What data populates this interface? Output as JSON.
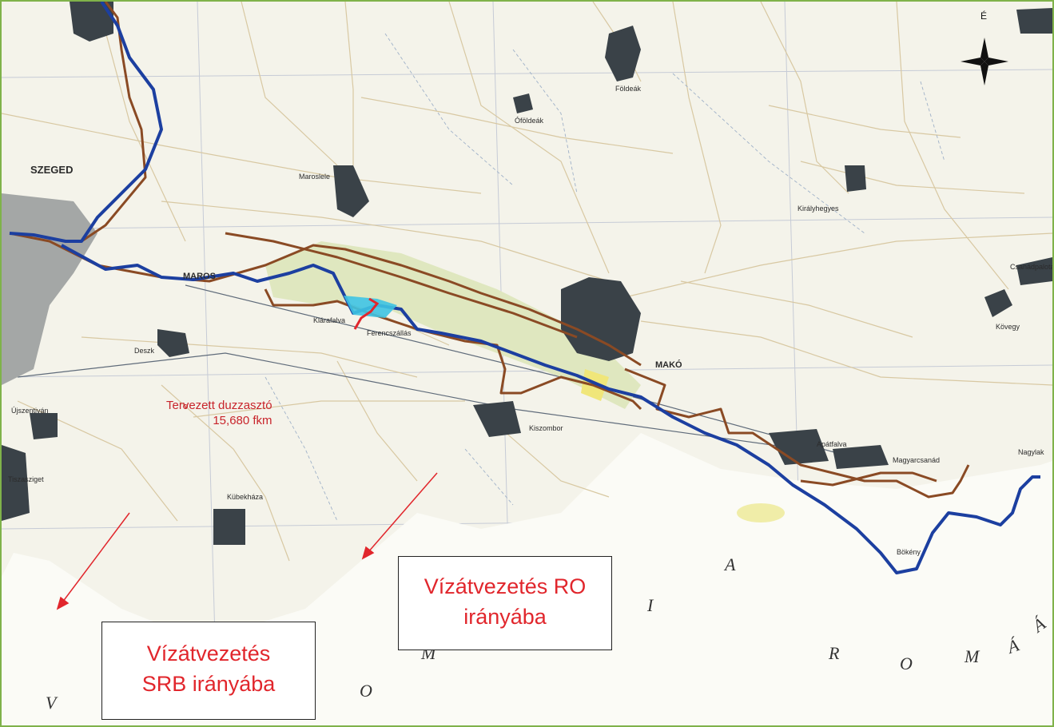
{
  "map": {
    "places": {
      "szeged": "SZEGED",
      "mako": "MAKÓ",
      "maros": "MAROS",
      "foldeak": "Földeák",
      "ofoldeak": "Óföldeák",
      "maroslele": "Maroslele",
      "kiralyhegyes": "Királyhegyes",
      "csanadpalota": "Csanádpalota",
      "kovegy": "Kövegy",
      "apatfalva": "Apátfalva",
      "magyarcsanad": "Magyarcsanád",
      "nagylak": "Nagylak",
      "klarafalva": "Klárafalva",
      "ferencszallas": "Ferencszállás",
      "deszk": "Deszk",
      "kiszombor": "Kiszombor",
      "ujszentivan": "Újszentiván",
      "tiszasziget": "Tiszasziget",
      "kubekhaza": "Kübekháza",
      "bokeny": "Bökény"
    },
    "north_arrow": "É",
    "country_letters": [
      "Á",
      "I",
      "A",
      "R",
      "O",
      "M",
      "Á",
      "M",
      "O",
      "V"
    ],
    "colors": {
      "river": "#1c3fa0",
      "dike": "#8a4a24",
      "annotation": "#e1262c",
      "floodplain": "#dfe7bf",
      "reservoir": "#3ec3e2"
    }
  },
  "dam": {
    "line1": "Tervezett duzzasztó",
    "line2": "15,680 fkm"
  },
  "callouts": {
    "ro": {
      "line1": "Vízátvezetés RO",
      "line2": "irányába"
    },
    "srb": {
      "line1": "Vízátvezetés",
      "line2": "SRB irányába"
    }
  }
}
